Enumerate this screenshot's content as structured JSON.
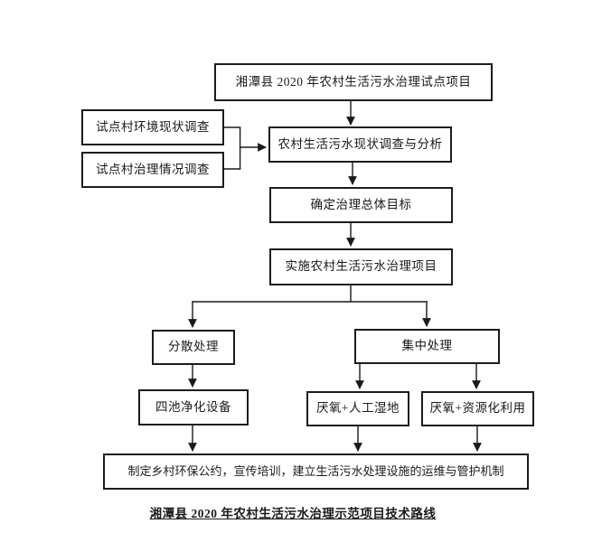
{
  "page": {
    "background_color": "#ffffff",
    "line_color": "#1a1a1a"
  },
  "diagram": {
    "caption": "湘潭县 2020 年农村生活污水治理示范项目技术路线",
    "nodes": {
      "project": {
        "label": "湘潭县 2020 年农村生活污水治理试点项目"
      },
      "env_survey": {
        "label": "试点村环境现状调查"
      },
      "treat_survey": {
        "label": "试点村治理情况调查"
      },
      "analysis": {
        "label": "农村生活污水现状调查与分析"
      },
      "goal": {
        "label": "确定治理总体目标"
      },
      "implement": {
        "label": "实施农村生活污水治理项目"
      },
      "dispersed": {
        "label": "分散处理"
      },
      "centralized": {
        "label": "集中处理"
      },
      "four_pond": {
        "label": "四池净化设备"
      },
      "wetland": {
        "label": "厌氧+人工湿地"
      },
      "resource": {
        "label": "厌氧+资源化利用"
      },
      "mechanism": {
        "label": "制定乡村环保公约，宣传培训，建立生活污水处理设施的运维与管护机制"
      }
    },
    "edges": [
      {
        "from": "project",
        "to": "analysis",
        "arrow": true
      },
      {
        "from": "env_survey",
        "to": "analysis",
        "arrow": true
      },
      {
        "from": "treat_survey",
        "to": "analysis",
        "arrow": true
      },
      {
        "from": "analysis",
        "to": "goal",
        "arrow": true
      },
      {
        "from": "goal",
        "to": "implement",
        "arrow": true
      },
      {
        "from": "implement",
        "to": "dispersed",
        "arrow": true
      },
      {
        "from": "implement",
        "to": "centralized",
        "arrow": true
      },
      {
        "from": "dispersed",
        "to": "four_pond",
        "arrow": true
      },
      {
        "from": "centralized",
        "to": "wetland",
        "arrow": true
      },
      {
        "from": "centralized",
        "to": "resource",
        "arrow": true
      },
      {
        "from": "four_pond",
        "to": "mechanism",
        "arrow": true
      },
      {
        "from": "wetland",
        "to": "mechanism",
        "arrow": true
      },
      {
        "from": "resource",
        "to": "mechanism",
        "arrow": true
      }
    ]
  }
}
